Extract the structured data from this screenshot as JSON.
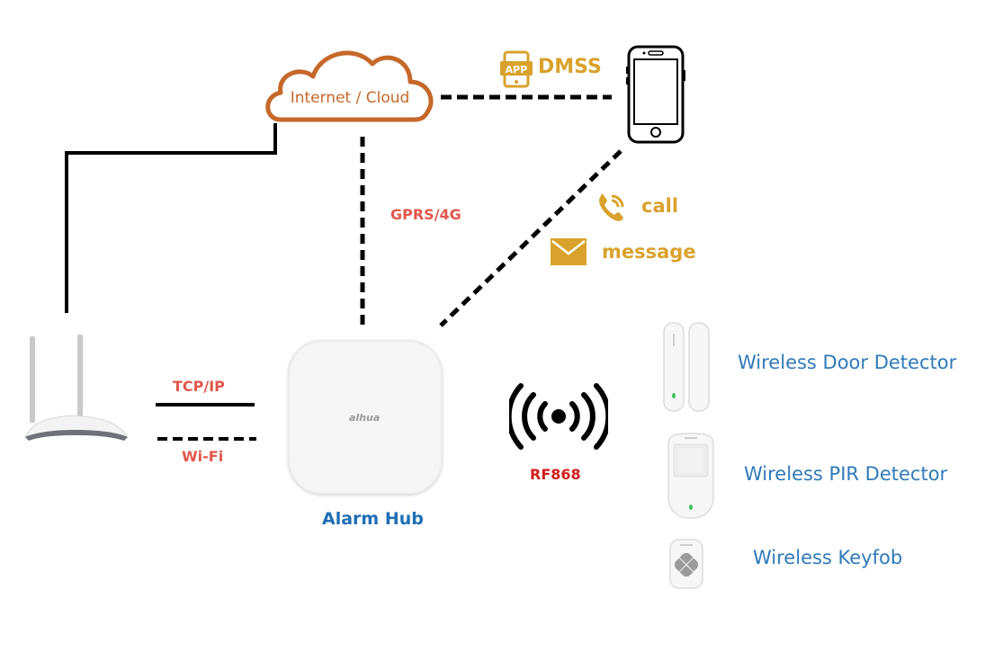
{
  "diagram": {
    "title": "Alarm Hub network topology",
    "nodes": {
      "cloud": {
        "label": "Internet / Cloud",
        "icon": "cloud-icon"
      },
      "app": {
        "label": "DMSS",
        "icon": "app-icon",
        "icon_text": "APP"
      },
      "phone": {
        "icon": "smartphone-icon"
      },
      "router": {
        "icon": "wifi-router-icon"
      },
      "hub": {
        "label": "Alarm Hub",
        "icon": "alarm-hub-icon",
        "brand": "alhua"
      },
      "rf": {
        "label": "RF868",
        "icon": "wireless-signal-icon"
      }
    },
    "links": {
      "gprs": {
        "label": "GPRS/4G",
        "style": "dashed"
      },
      "tcp": {
        "label": "TCP/IP",
        "style": "solid"
      },
      "wifi": {
        "label": "Wi-Fi",
        "style": "dashed"
      },
      "call": {
        "label": "call",
        "icon": "phone-call-icon"
      },
      "message": {
        "label": "message",
        "icon": "envelope-icon"
      }
    },
    "peripherals": [
      {
        "label": "Wireless Door Detector",
        "icon": "door-detector-icon"
      },
      {
        "label": "Wireless PIR Detector",
        "icon": "pir-detector-icon"
      },
      {
        "label": "Wireless Keyfob",
        "icon": "keyfob-icon"
      }
    ]
  },
  "colors": {
    "cloud": "#c5682a",
    "gold": "#d9a22c",
    "red_label": "#e2574c",
    "rf_label": "#d01e1e",
    "blue_label": "#2f7ab9",
    "line": "#000000"
  }
}
